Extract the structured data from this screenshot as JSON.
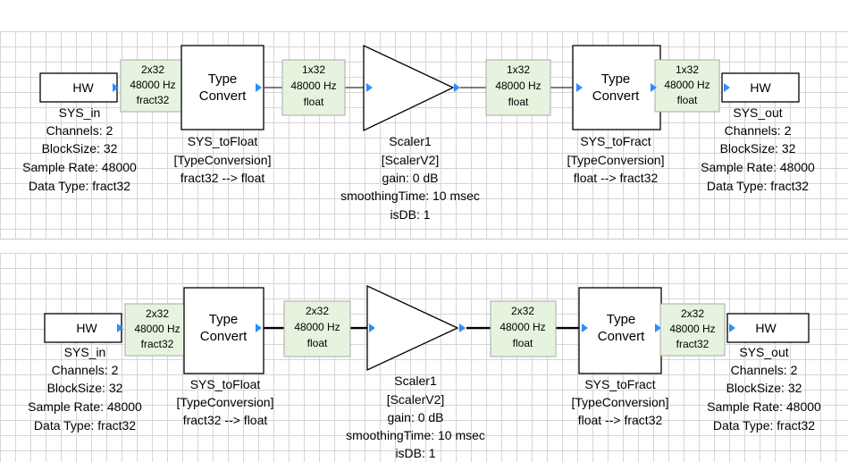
{
  "diagrams": [
    {
      "hw_in": {
        "label": "HW"
      },
      "sys_in": {
        "name": "SYS_in",
        "props": [
          "Channels: 2",
          "BlockSize: 32",
          "Sample Rate: 48000",
          "Data Type: fract32"
        ]
      },
      "to_float": {
        "title_lines": [
          "Type",
          "Convert"
        ],
        "name": "SYS_toFloat",
        "props": [
          "[TypeConversion]",
          "fract32 --> float"
        ]
      },
      "pins": [
        [
          "2x32",
          "48000 Hz",
          "fract32"
        ],
        [
          "1x32",
          "48000 Hz",
          "float"
        ],
        [
          "1x32",
          "48000 Hz",
          "float"
        ],
        [
          "1x32",
          "48000 Hz",
          "float"
        ]
      ],
      "scaler": {
        "name": "Scaler1",
        "props": [
          "[ScalerV2]",
          "gain: 0 dB",
          "smoothingTime: 10 msec",
          "isDB: 1"
        ]
      },
      "to_fract": {
        "title_lines": [
          "Type",
          "Convert"
        ],
        "name": "SYS_toFract",
        "props": [
          "[TypeConversion]",
          "float --> fract32"
        ]
      },
      "hw_out": {
        "label": "HW"
      },
      "sys_out": {
        "name": "SYS_out",
        "props": [
          "Channels: 2",
          "BlockSize: 32",
          "Sample Rate: 48000",
          "Data Type: fract32"
        ]
      }
    },
    {
      "hw_in": {
        "label": "HW"
      },
      "sys_in": {
        "name": "SYS_in",
        "props": [
          "Channels: 2",
          "BlockSize: 32",
          "Sample Rate: 48000",
          "Data Type: fract32"
        ]
      },
      "to_float": {
        "title_lines": [
          "Type",
          "Convert"
        ],
        "name": "SYS_toFloat",
        "props": [
          "[TypeConversion]",
          "fract32 --> float"
        ]
      },
      "pins": [
        [
          "2x32",
          "48000 Hz",
          "fract32"
        ],
        [
          "2x32",
          "48000 Hz",
          "float"
        ],
        [
          "2x32",
          "48000 Hz",
          "float"
        ],
        [
          "2x32",
          "48000 Hz",
          "fract32"
        ]
      ],
      "scaler": {
        "name": "Scaler1",
        "props": [
          "[ScalerV2]",
          "gain: 0 dB",
          "smoothingTime: 10 msec",
          "isDB: 1"
        ]
      },
      "to_fract": {
        "title_lines": [
          "Type",
          "Convert"
        ],
        "name": "SYS_toFract",
        "props": [
          "[TypeConversion]",
          "float --> fract32"
        ]
      },
      "hw_out": {
        "label": "HW"
      },
      "sys_out": {
        "name": "SYS_out",
        "props": [
          "Channels: 2",
          "BlockSize: 32",
          "Sample Rate: 48000",
          "Data Type: fract32"
        ]
      }
    }
  ]
}
